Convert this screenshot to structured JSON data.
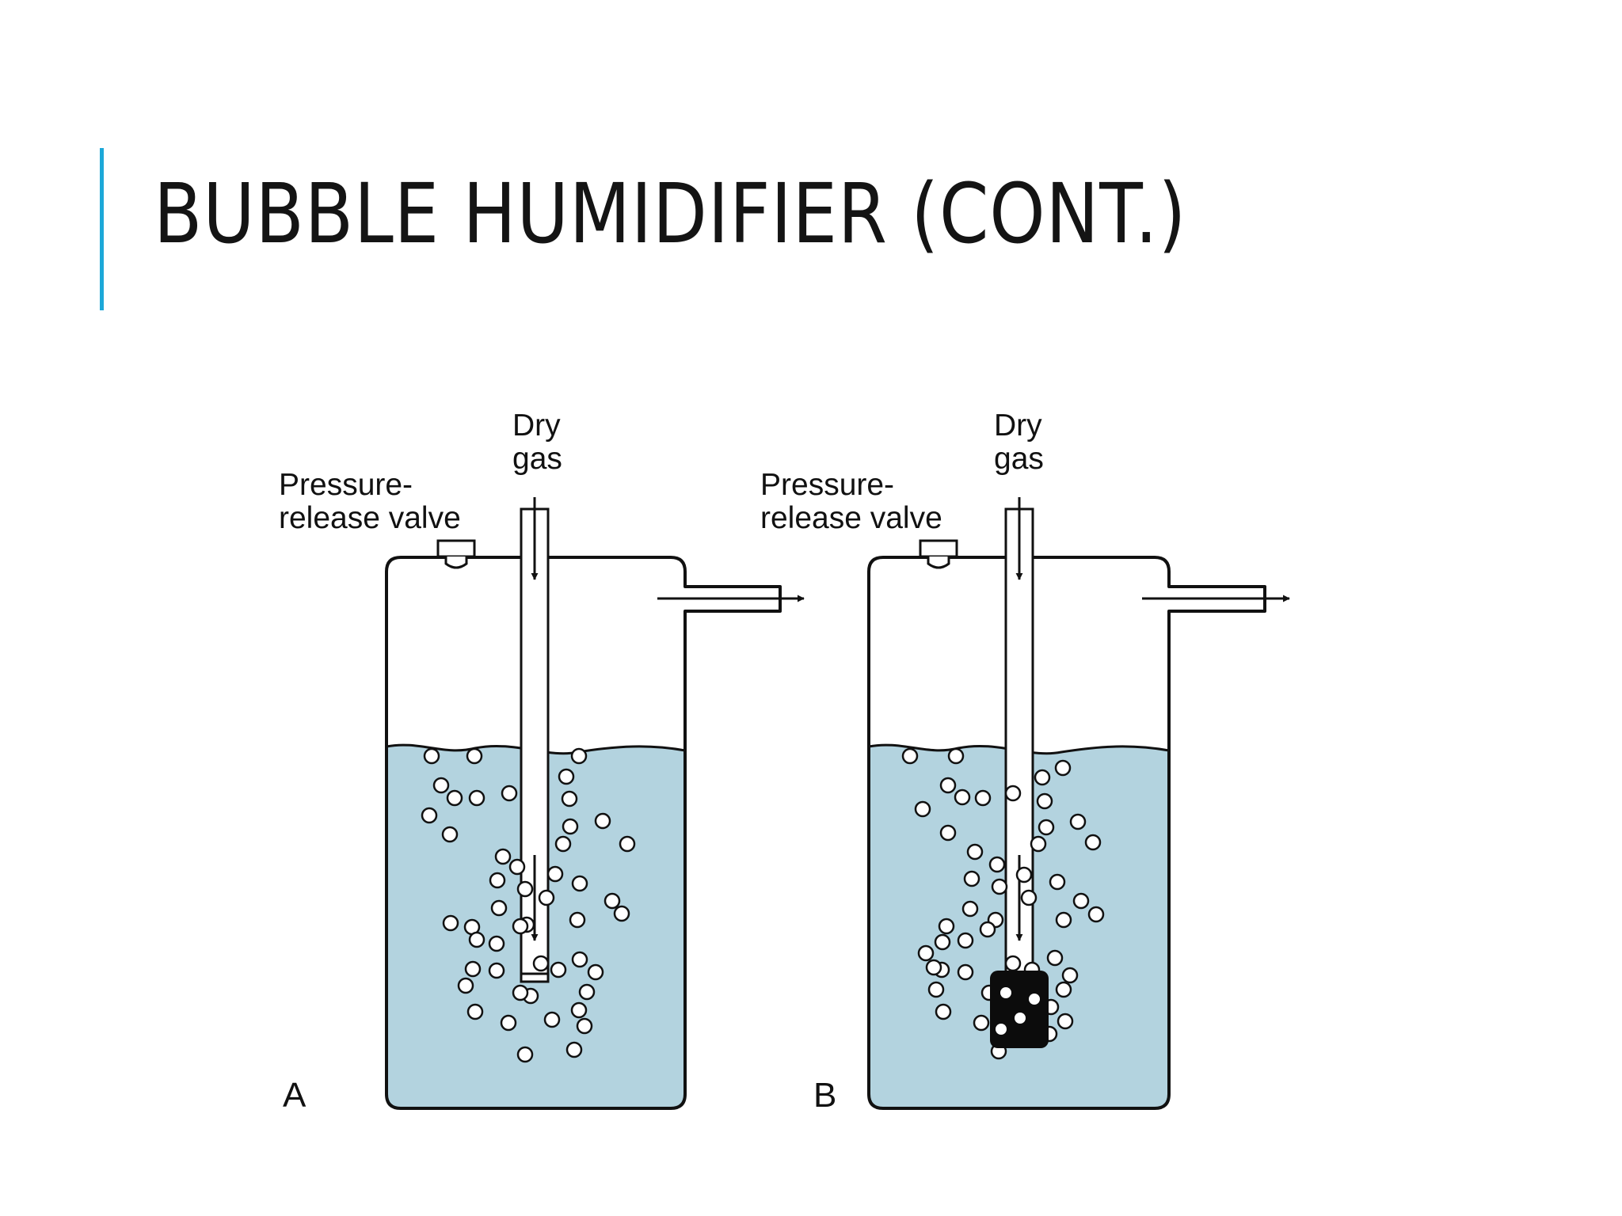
{
  "slide": {
    "title": "BUBBLE HUMIDIFIER (CONT.)",
    "accent_color": "#1ca8d8"
  },
  "diagram": {
    "water_color": "#b3d3df",
    "panels": [
      {
        "id": "A",
        "letter": "A",
        "valve_label_line1": "Pressure-",
        "valve_label_line2": "release valve",
        "gas_label_line1": "Dry",
        "gas_label_line2": "gas",
        "diffuser": "open-tube"
      },
      {
        "id": "B",
        "letter": "B",
        "valve_label_line1": "Pressure-",
        "valve_label_line2": "release valve",
        "gas_label_line1": "Dry",
        "gas_label_line2": "gas",
        "diffuser": "porous-block"
      }
    ]
  }
}
